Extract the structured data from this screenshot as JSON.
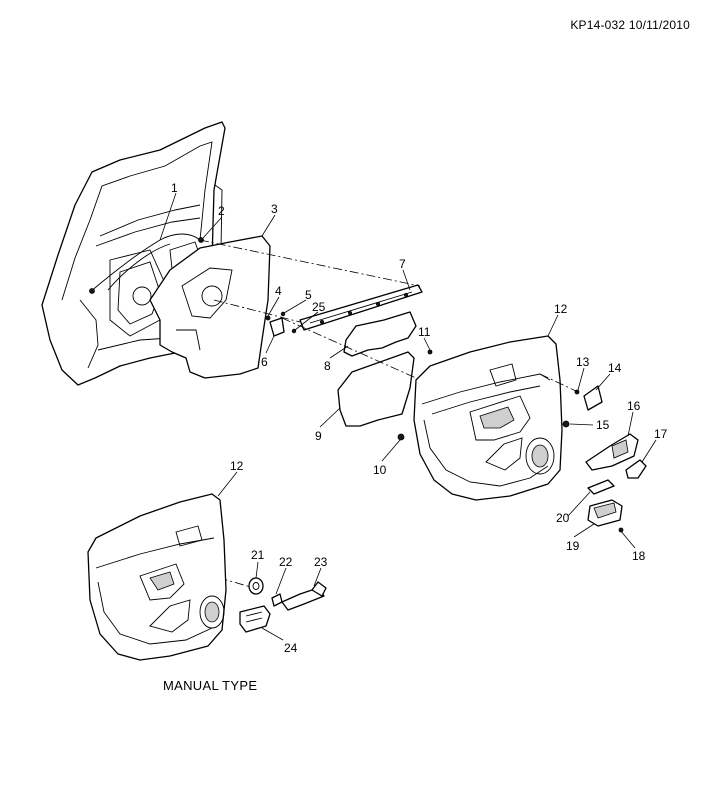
{
  "header": {
    "doc_code": "KP14-032 10/11/2010"
  },
  "caption": {
    "manual_type": "MANUAL TYPE"
  },
  "callouts": [
    {
      "id": "c1",
      "label": "1"
    },
    {
      "id": "c2",
      "label": "2"
    },
    {
      "id": "c3",
      "label": "3"
    },
    {
      "id": "c4",
      "label": "4"
    },
    {
      "id": "c5",
      "label": "5"
    },
    {
      "id": "c25",
      "label": "25"
    },
    {
      "id": "c6",
      "label": "6"
    },
    {
      "id": "c7",
      "label": "7"
    },
    {
      "id": "c8",
      "label": "8"
    },
    {
      "id": "c9",
      "label": "9"
    },
    {
      "id": "c10",
      "label": "10"
    },
    {
      "id": "c11",
      "label": "11"
    },
    {
      "id": "c12a",
      "label": "12"
    },
    {
      "id": "c13",
      "label": "13"
    },
    {
      "id": "c14",
      "label": "14"
    },
    {
      "id": "c15",
      "label": "15"
    },
    {
      "id": "c16",
      "label": "16"
    },
    {
      "id": "c17",
      "label": "17"
    },
    {
      "id": "c18",
      "label": "18"
    },
    {
      "id": "c19",
      "label": "19"
    },
    {
      "id": "c20",
      "label": "20"
    },
    {
      "id": "c12b",
      "label": "12"
    },
    {
      "id": "c21",
      "label": "21"
    },
    {
      "id": "c22",
      "label": "22"
    },
    {
      "id": "c23",
      "label": "23"
    },
    {
      "id": "c24",
      "label": "24"
    }
  ]
}
